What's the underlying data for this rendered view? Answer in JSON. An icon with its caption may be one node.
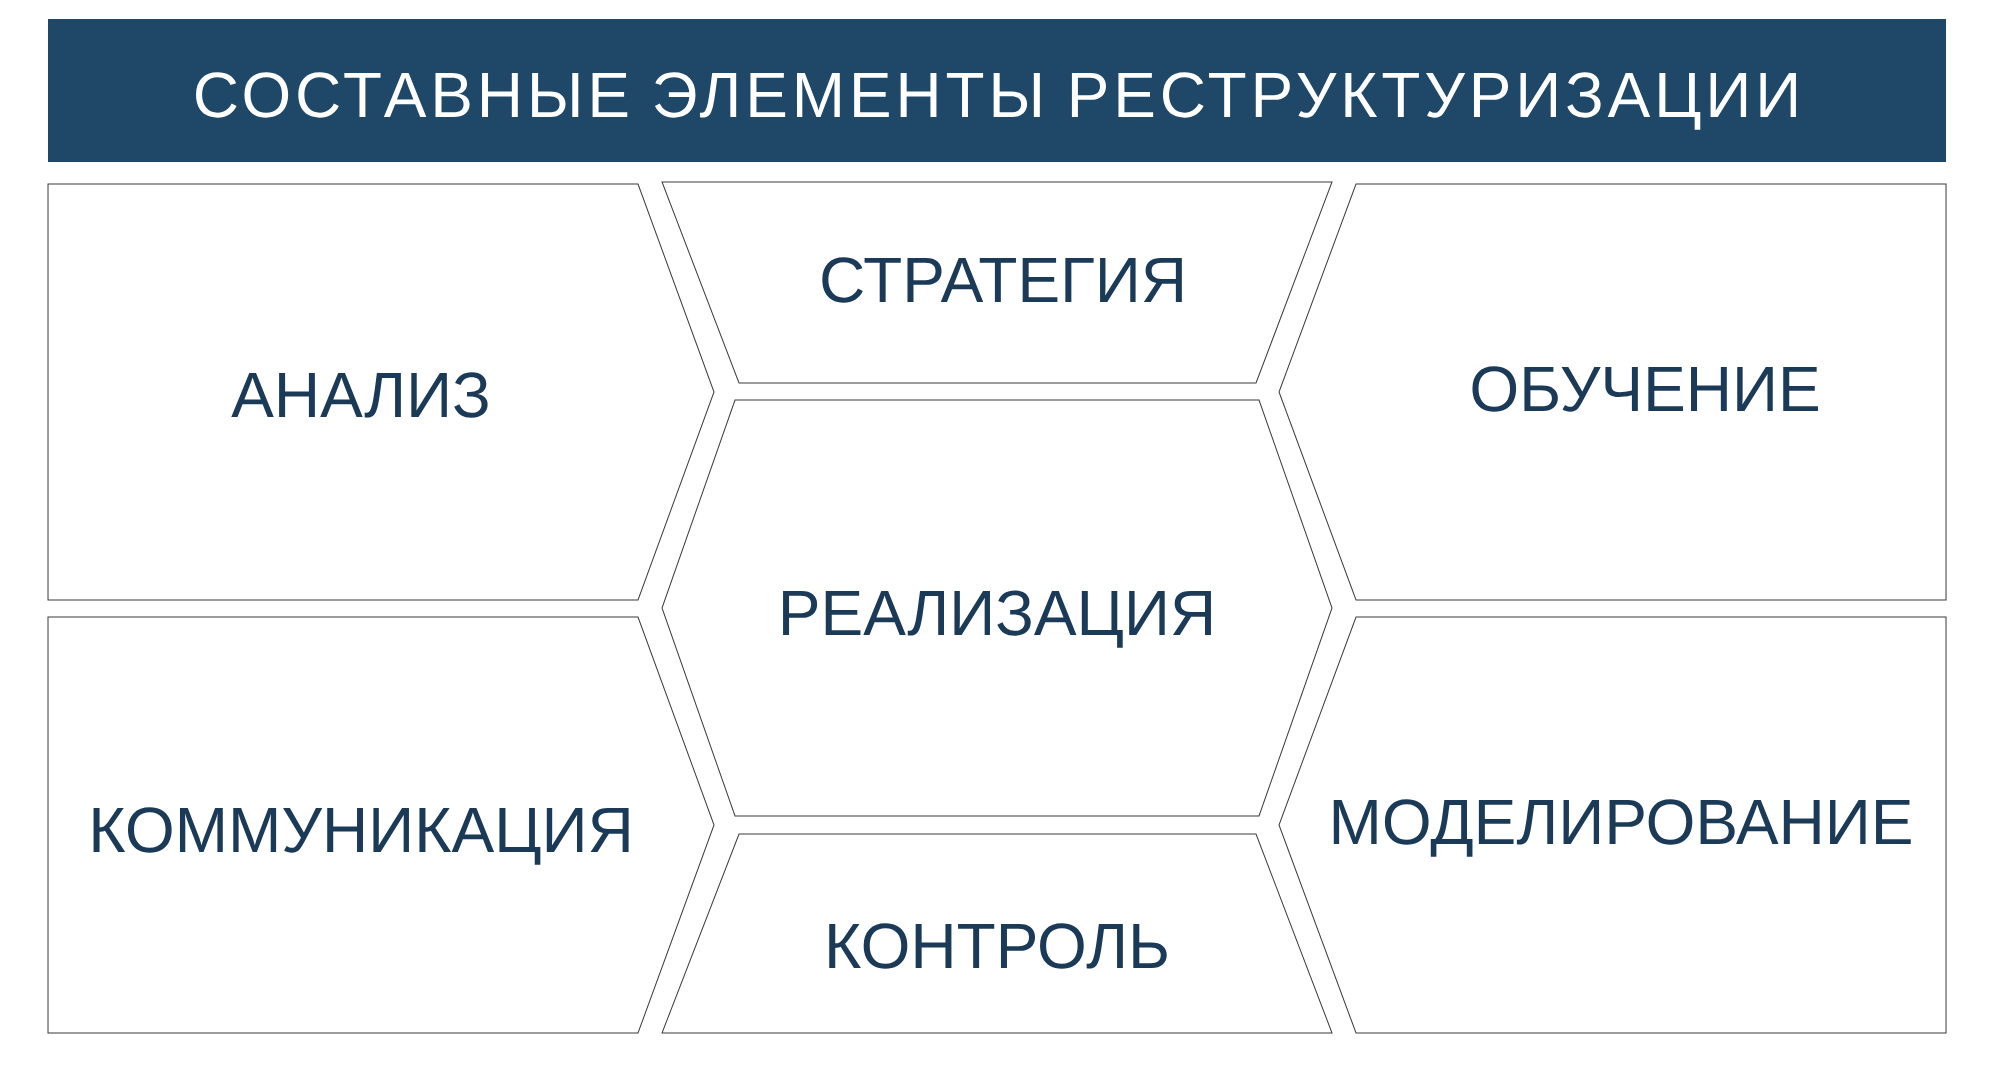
{
  "diagram": {
    "title": "СОСТАВНЫЕ ЭЛЕМЕНТЫ РЕСТРУКТУРИЗАЦИИ",
    "nodes": [
      {
        "text": [
          "АНАЛИЗ"
        ]
      },
      {
        "text": [
          "СТРАТЕГИЯ"
        ]
      },
      {
        "text": [
          "ОБУЧЕНИЕ"
        ]
      },
      {
        "text": [
          "РЕАЛИЗАЦИЯ"
        ]
      },
      {
        "text": [
          "КОММУНИКАЦИЯ"
        ]
      },
      {
        "text": [
          "КОНТРОЛЬ"
        ]
      },
      {
        "text": [
          "МОДЕЛИРОВАНИЕ"
        ]
      }
    ]
  }
}
